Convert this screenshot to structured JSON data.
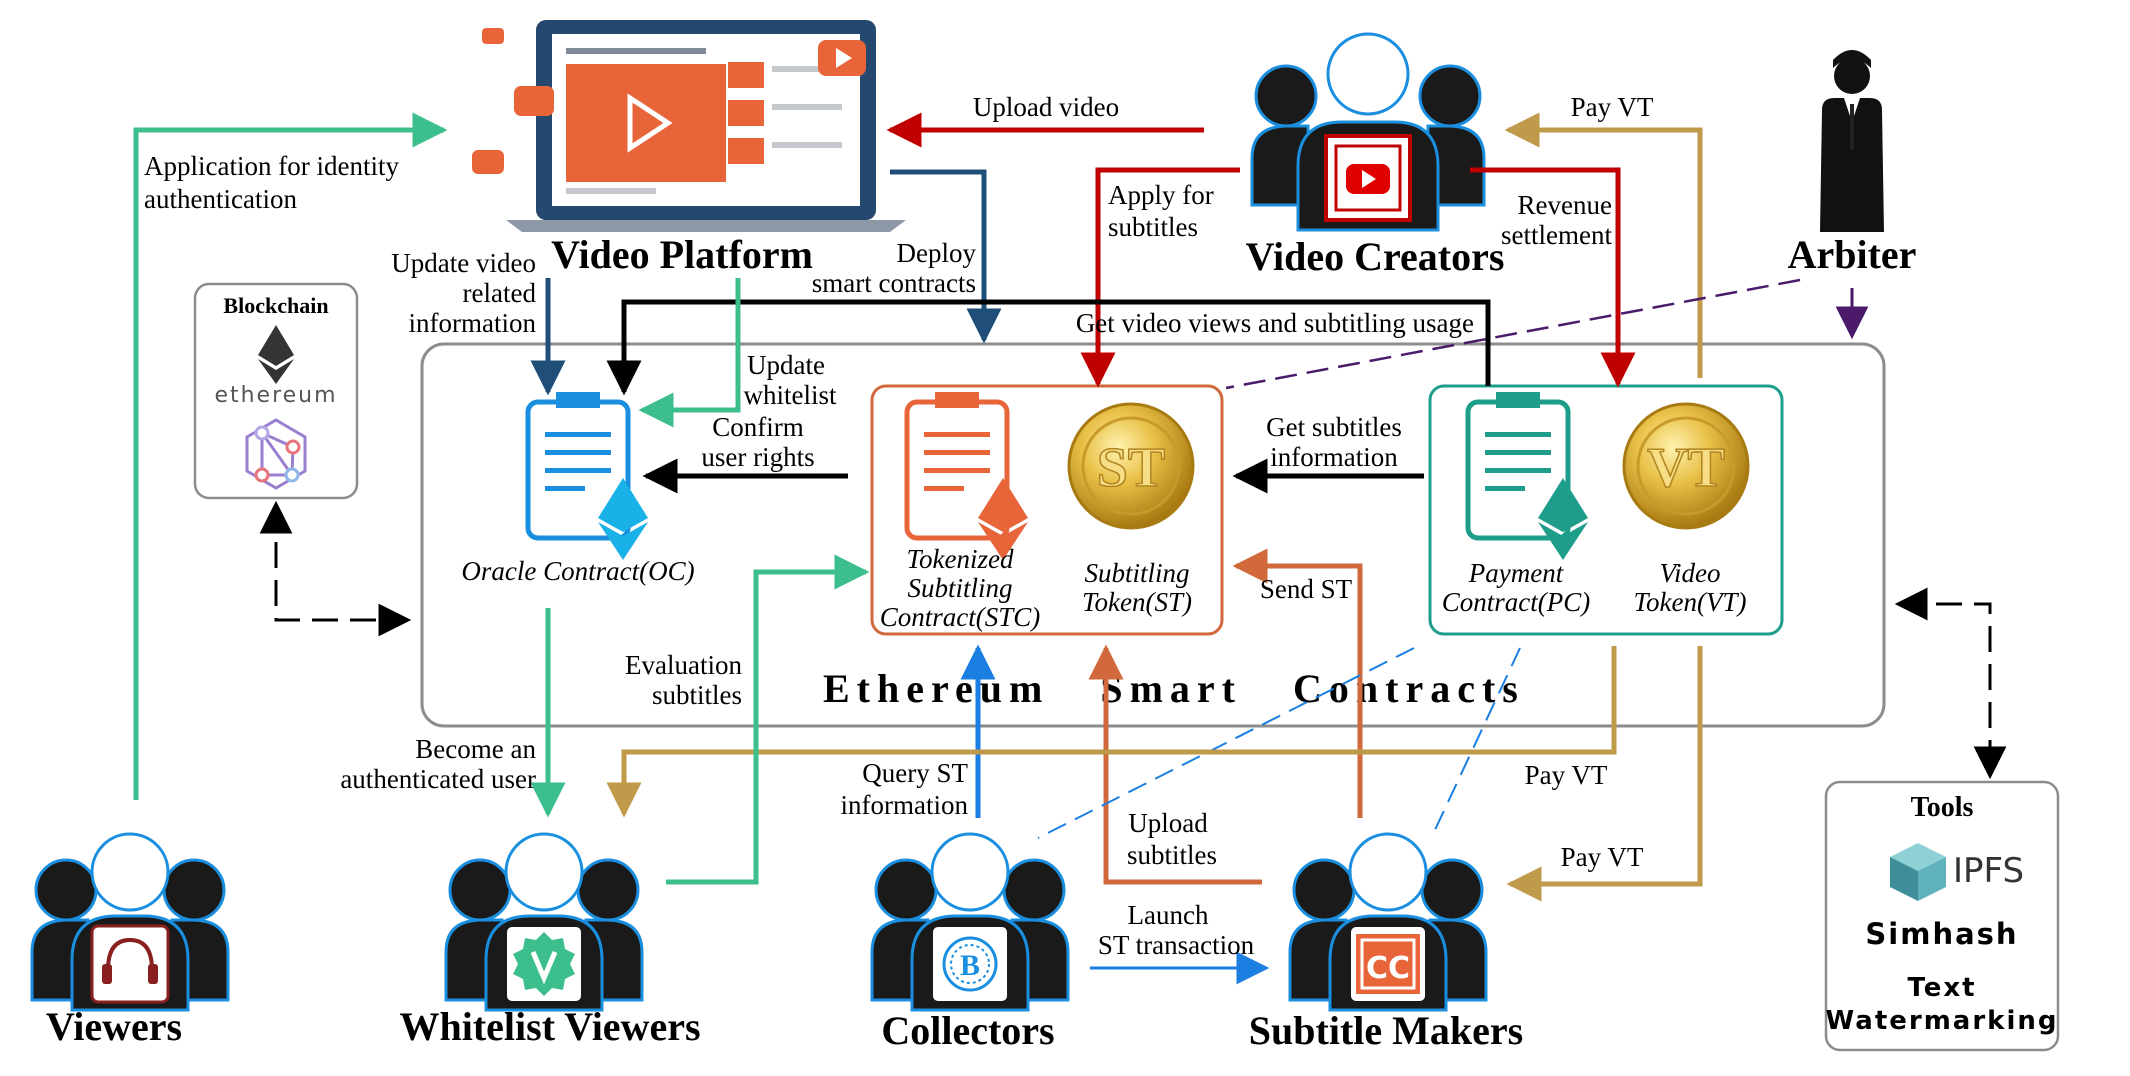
{
  "colors": {
    "navy": "#1f4e79",
    "green": "#3cbf8c",
    "black": "#000000",
    "red": "#c00000",
    "gold": "#bf9a4a",
    "orange": "#d2693c",
    "blue": "#1a7fe0",
    "purple": "#4b1a6b",
    "teal": "#1e9e8a"
  },
  "actors": {
    "viewers": "Viewers",
    "whitelist_viewers": "Whitelist Viewers",
    "collectors": "Collectors",
    "subtitle_makers": "Subtitle Makers",
    "video_creators": "Video Creators",
    "arbiter": "Arbiter",
    "video_platform": "Video Platform"
  },
  "blockchain_box": {
    "title": "Blockchain",
    "logo_text": "ethereum"
  },
  "tools_box": {
    "title": "Tools",
    "items": [
      "IPFS",
      "Simhash",
      "Text",
      "Watermarking"
    ]
  },
  "smart_contracts": {
    "title": "Ethereum   Smart   Contracts",
    "oracle_contract": "Oracle Contract(OC)",
    "stc": [
      "Tokenized",
      "Subtitling",
      "Contract(STC)"
    ],
    "st": [
      "Subtitling",
      "Token(ST)"
    ],
    "pc": [
      "Payment",
      "Contract(PC)"
    ],
    "vt": [
      "Video",
      "Token(VT)"
    ],
    "st_coin": "ST",
    "vt_coin": "VT"
  },
  "arrows": {
    "application_identity": [
      "Application for identity",
      "authentication"
    ],
    "upload_video": "Upload video",
    "pay_vt_top": "Pay VT",
    "apply_subtitles": [
      "Apply for",
      "subtitles"
    ],
    "revenue_settlement": [
      "Revenue",
      "settlement"
    ],
    "update_video_info": [
      "Update video",
      "related",
      "information"
    ],
    "deploy": [
      "Deploy",
      "smart contracts"
    ],
    "get_views": "Get video views and subtitling usage",
    "update_whitelist": [
      "Update",
      "whitelist"
    ],
    "confirm_rights": [
      "Confirm",
      "user rights"
    ],
    "get_subtitles": [
      "Get subtitles",
      "information"
    ],
    "send_st": "Send ST",
    "evaluation": [
      "Evaluation",
      "subtitles"
    ],
    "become_authenticated": [
      "Become an",
      "authenticated user"
    ],
    "query_st": [
      "Query ST",
      "information"
    ],
    "upload_subtitles": [
      "Upload",
      "subtitles"
    ],
    "launch_st": [
      "Launch",
      "ST transaction"
    ],
    "pay_vt_mid": "Pay VT",
    "pay_vt_low": "Pay VT"
  }
}
